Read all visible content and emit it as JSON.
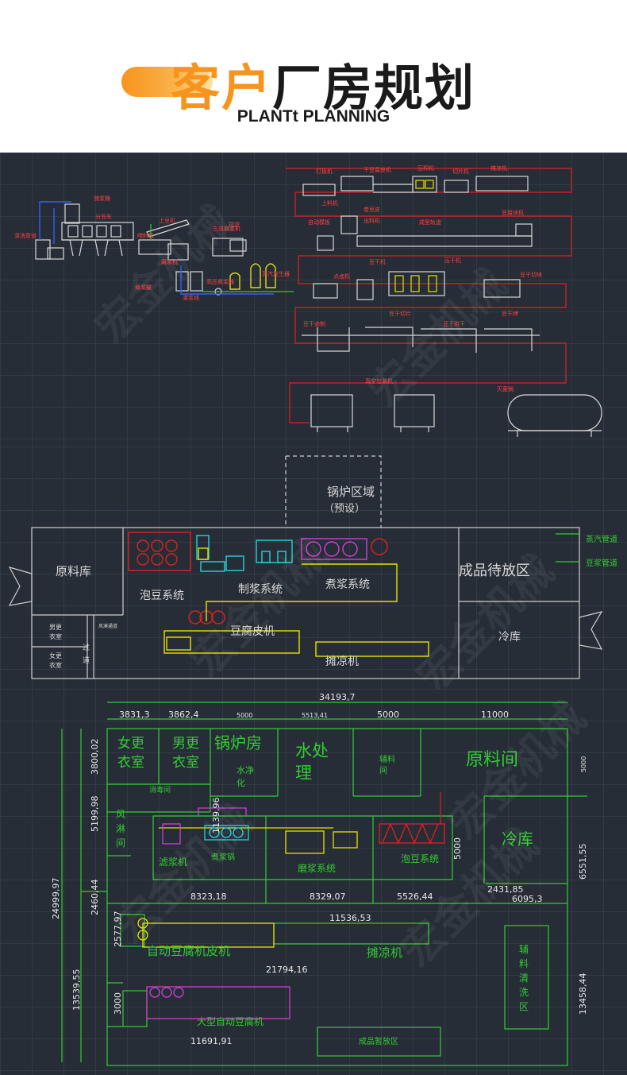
{
  "header": {
    "title_orange": "客户",
    "title_black": "厂房规划",
    "subtitle": "PLANTt PLANNING"
  },
  "watermark": "宏金机械",
  "panel1": {
    "labels": {
      "l_jiangtong": "储浆桶",
      "l_fendouche": "分豆车",
      "l_cleanpipe": "清洗管道",
      "l_hoist": "上豆机",
      "l_feed": "喂料机",
      "l_grinder": "磨浆机",
      "l_filter": "过滤",
      "l_filter2": "三道磨浆机",
      "l_cooker": "煮浆罐",
      "l_pump": "高压煮浆器",
      "l_boiler": "蒸汽发生器",
      "l_daban": "打板机",
      "l_dryer": "干豆腐皮机",
      "l_press": "压榨机",
      "l_cut": "切片机",
      "l_cool": "摊凉机",
      "l_hoist2": "上料机",
      "l_auto": "自动模板",
      "l_rollup": "卷豆皮",
      "l_mold": "出料机",
      "l_line": "成型轨道",
      "l_pack": "豆腐块机",
      "l_dianlu": "点卤机",
      "l_ganmo": "豆干机",
      "l_yaji": "压干机",
      "l_qieji": "豆干切块",
      "l_lu": "豆干卤制",
      "l_qiekuai": "豆干烘干",
      "l_baozhuang": "真空包装机",
      "l_sterile": "灭菌锅",
      "l_dougan": "豆干切片",
      "l_guantiao": "灌浆线",
      "l_dou2": "豆干烤"
    }
  },
  "panel2": {
    "boiler_area": "锅炉区域",
    "boiler_note": "（预设）",
    "raw_store": "原料库",
    "soak_system": "泡豆系统",
    "pulp_system": "制浆系统",
    "cook_system": "煮浆系统",
    "finished_area": "成品待放区",
    "steam_pipe": "蒸汽管道",
    "pulp_pipe": "豆浆管道",
    "male_room_1": "男更",
    "male_room_2": "衣室",
    "female_room_1": "女更",
    "female_room_2": "衣室",
    "air_shower": "风淋通道",
    "pass_1": "过",
    "pass_2": "道",
    "skin_machine": "豆腐皮机",
    "cool_machine": "摊凉机",
    "cold_store": "冷库"
  },
  "panel3": {
    "dims": {
      "total_width": "34193,7",
      "d1": "3831,3",
      "d2": "3862,4",
      "d3": "5000",
      "d4": "5513,41",
      "d5": "5000",
      "d6": "11000",
      "d_right": "5000",
      "v1": "3800,02",
      "v2": "5199,98",
      "v3": "1139,96",
      "v4": "2460,44",
      "v_total": "24999,97",
      "v5": "2577,97",
      "v6": "13539,55",
      "v7": "3000",
      "v_r1": "6551,55",
      "v_r2": "13458,44",
      "v_r3": "5000",
      "h1": "8323,18",
      "h2": "8329,07",
      "h3": "5526,44",
      "h4": "2431,85",
      "h5": "6095,3",
      "h6": "11536,53",
      "h7": "21794,16",
      "h8": "11691,91"
    },
    "rooms": {
      "female_1": "女更",
      "female_2": "衣室",
      "male_1": "男更",
      "male_2": "衣室",
      "boiler_room": "锅炉房",
      "water_1": "水处",
      "water_2": "理",
      "aux": "辅料",
      "aux2": "间",
      "raw_room": "原料间",
      "disinfect": "消毒间",
      "water_purify_1": "水净",
      "water_purify_2": "化",
      "shower_1": "风",
      "shower_2": "淋",
      "shower_3": "间",
      "cold_room": "冷库",
      "filter_machine": "滤浆机",
      "cook_pot": "煮浆锅",
      "grind_system": "磨浆系统",
      "soak_system": "泡豆系统",
      "auto_skin": "自动豆腐机皮机",
      "cool_machine": "摊凉机",
      "aux_clean_1": "辅",
      "aux_clean_2": "料",
      "aux_clean_3": "清",
      "aux_clean_4": "洗",
      "aux_clean_5": "区",
      "big_tofu": "大型自动豆腐机",
      "finished_zone": "成品暂放区"
    }
  },
  "colors": {
    "accent_orange": "#f7941d",
    "panel_bg": "#262d36",
    "green_line": "#33cc33",
    "red_line": "#e02020",
    "cyan": "#27d3d8",
    "yellow": "#e8e000",
    "magenta": "#d040d0"
  }
}
